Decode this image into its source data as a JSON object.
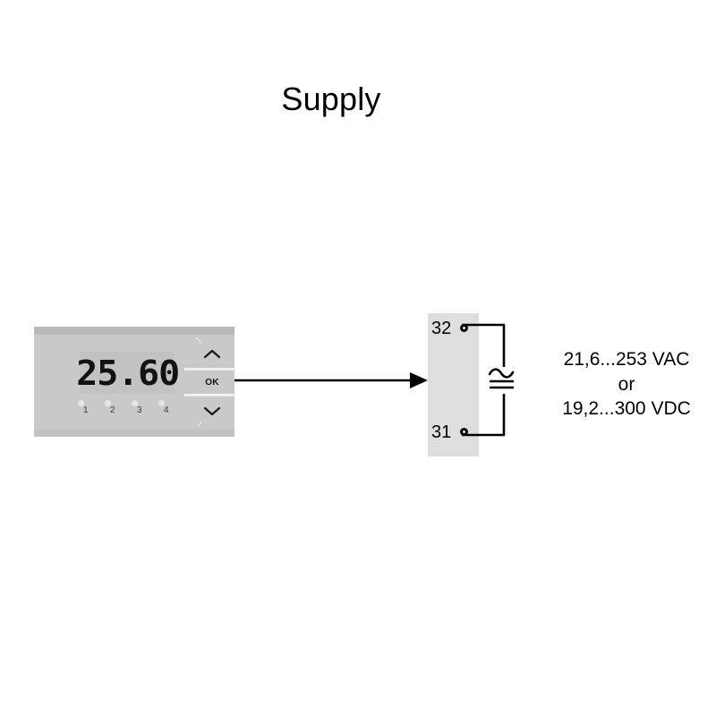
{
  "diagram": {
    "title": "Supply",
    "device": {
      "display_value": "25.60",
      "leds": [
        {
          "label": "1"
        },
        {
          "label": "2"
        },
        {
          "label": "3"
        },
        {
          "label": "4"
        }
      ],
      "buttons": {
        "up_label": "∧",
        "ok_label": "OK",
        "down_label": "∨"
      }
    },
    "terminal_block": {
      "terminals": [
        {
          "number": "32",
          "position": "top"
        },
        {
          "number": "31",
          "position": "bottom"
        }
      ]
    },
    "supply_symbol": "ac-dc-symbol",
    "spec": {
      "line1": "21,6...253 VAC",
      "line2": "or",
      "line3": "19,2...300 VDC"
    },
    "colors": {
      "device_body": "#c9c9c9",
      "device_frame": "#b9b9b9",
      "lcd_background": "#c2c2c2",
      "lcd_text": "#121212",
      "terminal_block": "#dedede",
      "wire": "#000000",
      "background": "#ffffff"
    }
  }
}
